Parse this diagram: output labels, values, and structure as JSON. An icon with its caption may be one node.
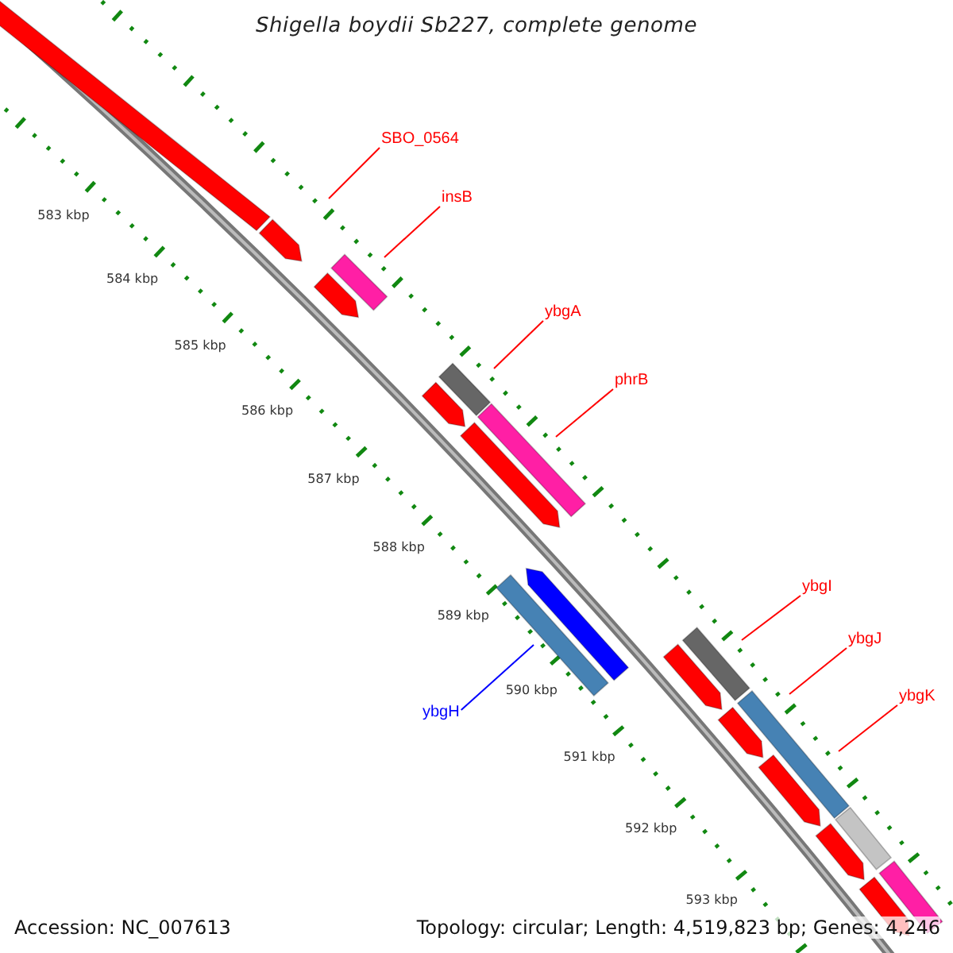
{
  "diagram": {
    "title": "Shigella boydii Sb227, complete genome",
    "nodes": [
      {
        "text": [
          "SBO_0564"
        ]
      },
      {
        "text": [
          "insB"
        ]
      },
      {
        "text": [
          "ybgA"
        ]
      },
      {
        "text": [
          "phrB"
        ]
      },
      {
        "text": [
          "ybgI"
        ]
      },
      {
        "text": [
          "ybgJ"
        ]
      },
      {
        "text": [
          "ybgK"
        ]
      },
      {
        "text": [
          "ybgH"
        ]
      }
    ],
    "edges": [
      {
        "from": 0,
        "to": null,
        "arrow": "none"
      },
      {
        "from": 1,
        "to": null,
        "arrow": "none"
      },
      {
        "from": 2,
        "to": null,
        "arrow": "none"
      },
      {
        "from": 3,
        "to": null,
        "arrow": "none"
      },
      {
        "from": 4,
        "to": null,
        "arrow": "none"
      },
      {
        "from": 5,
        "to": null,
        "arrow": "none"
      },
      {
        "from": 6,
        "to": null,
        "arrow": "none"
      },
      {
        "from": 7,
        "to": null,
        "arrow": "none",
        "color": "#0000ff"
      }
    ],
    "labels": [
      "583 kbp",
      "584 kbp",
      "585 kbp",
      "586 kbp",
      "587 kbp",
      "588 kbp",
      "589 kbp",
      "590 kbp",
      "591 kbp",
      "592 kbp",
      "593 kbp",
      "Accession: NC_007613",
      "Topology: circular; Length: 4,519,823 bp; Genes: 4,246"
    ]
  }
}
